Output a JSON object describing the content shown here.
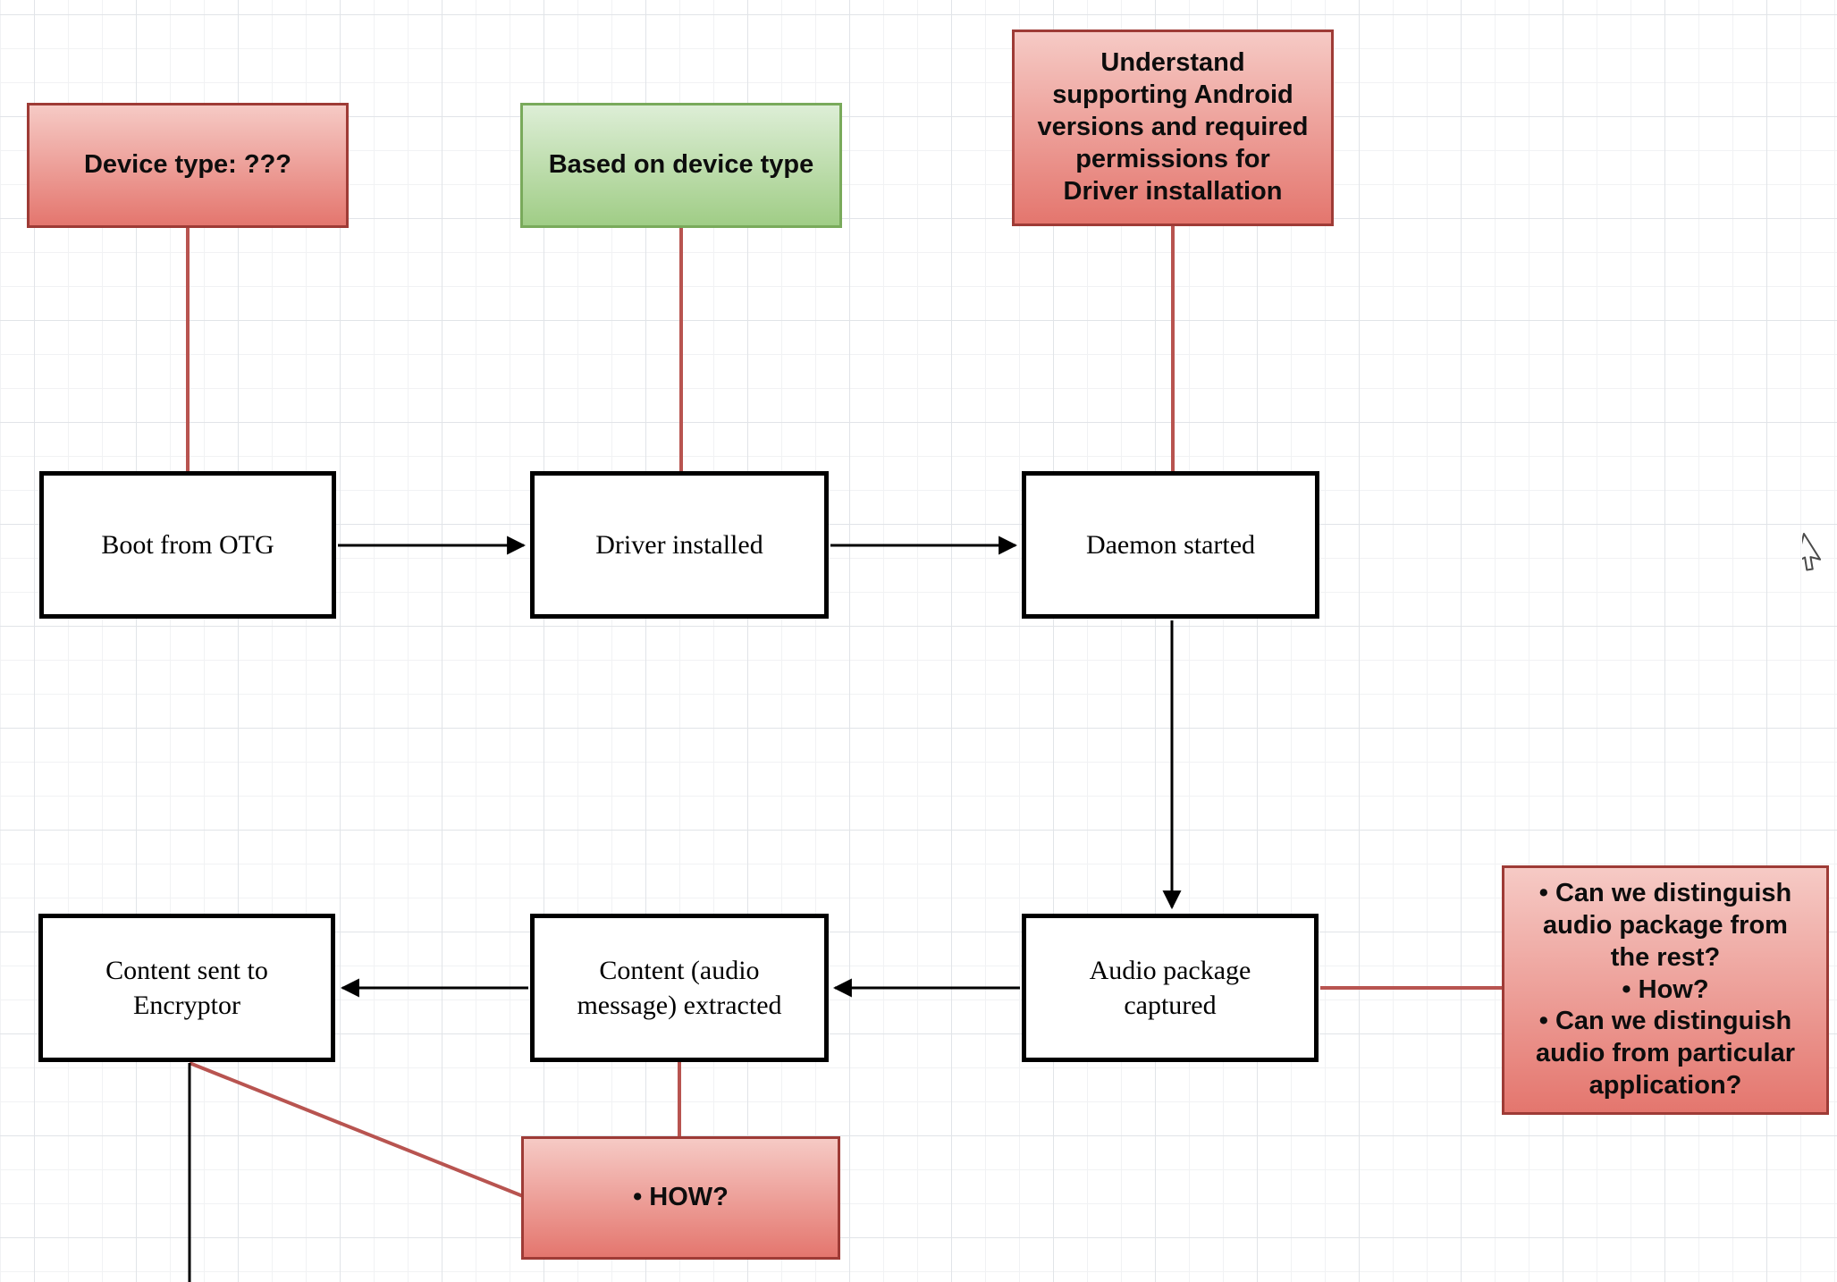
{
  "app": {
    "title": "Flowchart diagram canvas"
  },
  "colors": {
    "note_red_top": "#f6cac5",
    "note_red_bottom": "#e4766e",
    "note_red_border": "#9e3b36",
    "note_green_top": "#ddeed6",
    "note_green_bottom": "#a0cd86",
    "note_green_border": "#79aa5b",
    "connector_red": "#b85450",
    "connector_black": "#000000",
    "node_fill": "#ffffff",
    "node_border": "#000000",
    "grid_minor": "#f1f2f4",
    "grid_major": "#e1e4e8"
  },
  "nodes": {
    "device_type": "Device type: ???",
    "based_on_device": "Based on device type",
    "understand": "Understand\nsupporting Android\nversions and required\npermissions for\nDriver installation",
    "boot_otg": "Boot from OTG",
    "driver_installed": "Driver installed",
    "daemon_started": "Daemon started",
    "content_sent": "Content sent to\nEncryptor",
    "content_extracted": "Content (audio\nmessage) extracted",
    "audio_captured": "Audio package\ncaptured",
    "questions": "• Can we distinguish\naudio package from\nthe rest?\n• How?\n• Can we distinguish\naudio from particular\napplication?",
    "how": "• HOW?"
  }
}
